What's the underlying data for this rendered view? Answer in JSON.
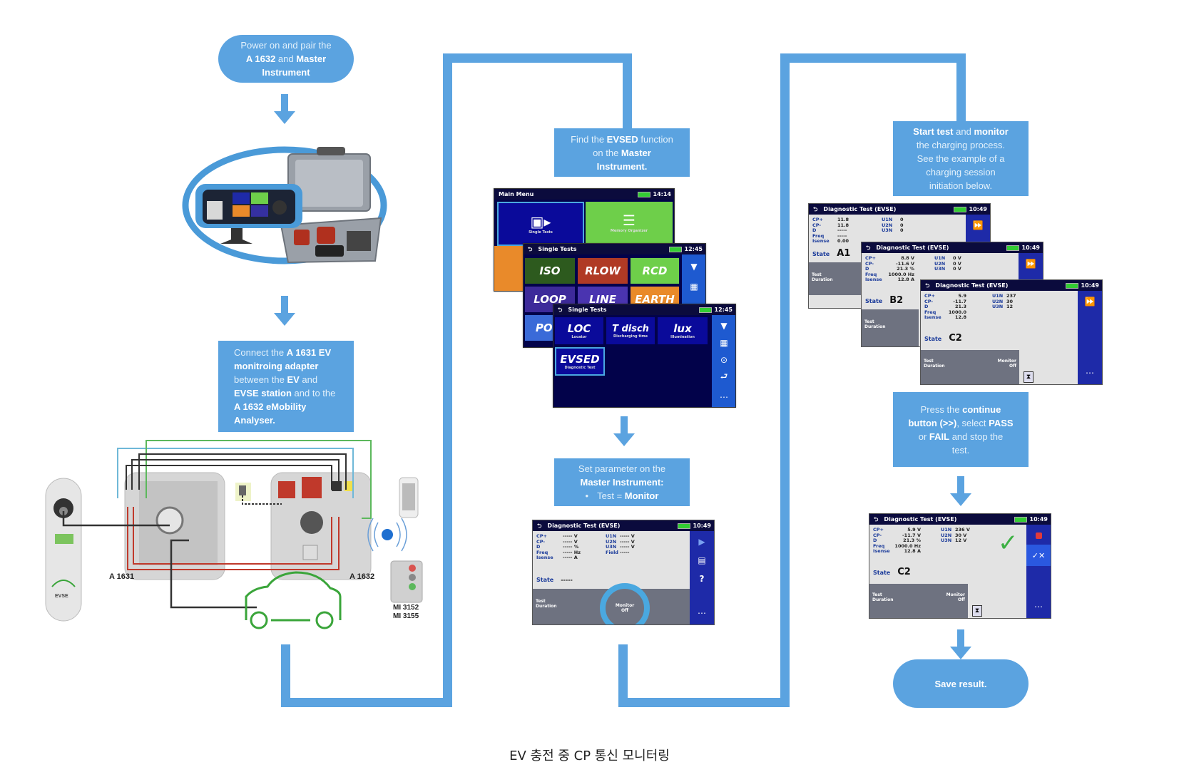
{
  "colors": {
    "accent": "#5ba3e0",
    "screen_dark": "#02024a",
    "sidebar_blue": "#1e2aa8",
    "duration_gray": "#6e7280",
    "ok_green": "#3cb043"
  },
  "steps": {
    "step1": {
      "pre": "Power on and pair the",
      "b1": "A 1632",
      "mid": " and ",
      "b2": "Master",
      "post": "Instrument"
    },
    "step2": {
      "t1": "Connect the ",
      "b1": "A 1631 EV",
      "b2": "monitroing adapter",
      "t2": "between the ",
      "b3": "EV",
      "t3": " and",
      "b4": "EVSE station",
      "t4": " and to the",
      "b5": "A 1632 eMobility",
      "b6": "Analyser."
    },
    "step3": {
      "t1": "Find the ",
      "b1": "EVSED",
      "t2": " function",
      "t3": "on the ",
      "b2": "Master",
      "b3": "Instrument."
    },
    "step4": {
      "t1": "Set parameter on the",
      "b1": "Master Instrument:",
      "bullet": "•",
      "t2": "Test = ",
      "b2": "Monitor"
    },
    "step5": {
      "b1": "Start test",
      "t1": " and ",
      "b2": "monitor",
      "t2": "the charging process.",
      "t3": "See the example of a",
      "t4": "charging session",
      "t5": "initiation below."
    },
    "step6": {
      "t1": "Press the ",
      "b1": "continue",
      "b2": "button (>>)",
      "t2": ", select ",
      "b3": "PASS",
      "t3": "or ",
      "b4": "FAIL",
      "t4": " and stop the",
      "t5": "test."
    },
    "step7": {
      "label": "Save result."
    }
  },
  "wiring": {
    "adapter_label": "A 1631",
    "analyser_label": "A 1632",
    "instrument_label_1": "MI 3152",
    "instrument_label_2": "MI 3155",
    "evse_label": "EVSE"
  },
  "main_menu": {
    "title": "Main Menu",
    "time": "14:14",
    "tiles": [
      {
        "label": "Single Tests"
      },
      {
        "label": "Memory Organizer"
      }
    ]
  },
  "single_tests_1": {
    "title": "Single Tests",
    "time": "12:45",
    "tiles": [
      "ISO",
      "RLOW",
      "RCD",
      "LOOP",
      "LINE",
      "EARTH",
      "POW"
    ]
  },
  "single_tests_2": {
    "title": "Single Tests",
    "time": "12:45",
    "tiles": [
      {
        "label": "LOC",
        "sub": "Locator"
      },
      {
        "label": "T disch",
        "sub": "Discharging time"
      },
      {
        "label": "lux",
        "sub": "Illumination"
      },
      {
        "label": "EVSED",
        "sub": "Diagnostic Test"
      }
    ]
  },
  "diag_common": {
    "title": "Diagnostic Test (EVSE)",
    "time": "10:49",
    "state_label": "State",
    "duration_label_1": "Test",
    "duration_label_2": "Duration",
    "monitor_1": "Monitor",
    "monitor_2": "Off",
    "labels": [
      "CP+",
      "CP-",
      "D",
      "Freq",
      "Isense"
    ],
    "u_labels": [
      "U1N",
      "U2N",
      "U3N"
    ],
    "field_label": "Field"
  },
  "diag_setup": {
    "values": [
      "----- V",
      "----- V",
      "----- %",
      "----- Hz",
      "----- A"
    ],
    "u_values": [
      "----- V",
      "----- V",
      "----- V"
    ],
    "field_value": "-----",
    "state": "-----"
  },
  "diag_a1": {
    "values": [
      "11.8",
      "11.8",
      "-----",
      "-----",
      "0.00"
    ],
    "u_values": [
      "0",
      "0",
      "0"
    ],
    "state": "A1"
  },
  "diag_b2": {
    "values": [
      "8.8 V",
      "-11.6 V",
      "21.3 %",
      "1000.0 Hz",
      "12.8 A"
    ],
    "u_values": [
      "0 V",
      "0 V",
      "0 V"
    ],
    "state": "B2"
  },
  "diag_c2": {
    "values": [
      "5.9",
      "-11.7",
      "21.3",
      "1000.0",
      "12.8"
    ],
    "u_values": [
      "237",
      "30",
      "12"
    ],
    "state": "C2"
  },
  "diag_final": {
    "values": [
      "5.9 V",
      "-11.7 V",
      "21.3 %",
      "1000.0 Hz",
      "12.8 A"
    ],
    "u_values": [
      "236 V",
      "30 V",
      "12 V"
    ],
    "state": "C2",
    "result": "PASS"
  },
  "caption": "EV 충전 중 CP 통신 모니터링"
}
